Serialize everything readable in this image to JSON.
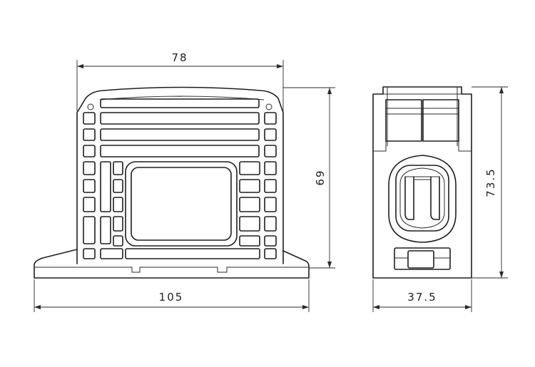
{
  "front_view": {
    "width_top": "78",
    "width_base": "105",
    "height": "69"
  },
  "side_view": {
    "width": "37.5",
    "height": "73.5"
  }
}
